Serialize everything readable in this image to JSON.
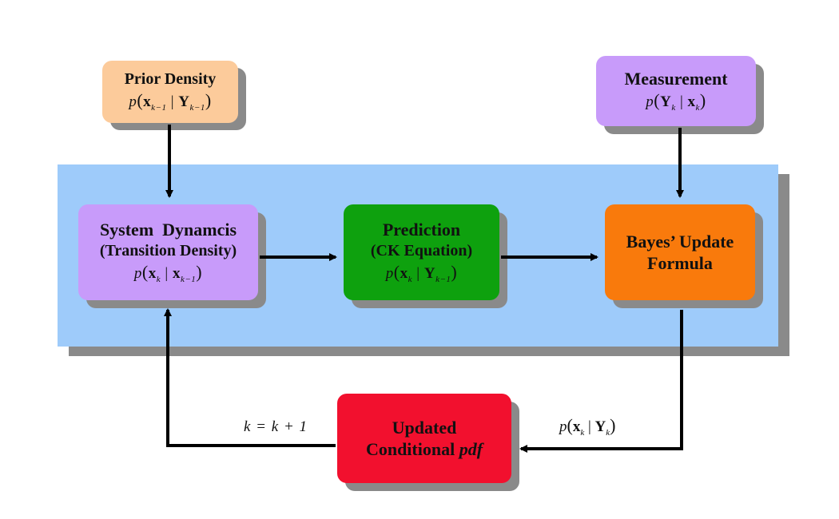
{
  "nodes": {
    "prior": {
      "title": "Prior Density",
      "formula": {
        "p": "p",
        "x": "x",
        "x_sub": "k−1",
        "bar": "|",
        "y": "Y",
        "y_sub": "k−1"
      },
      "color": "#FCCB9B"
    },
    "measurement": {
      "title": "Measurement",
      "formula": {
        "p": "p",
        "x": "Y",
        "x_sub": "k",
        "bar": "|",
        "y": "x",
        "y_sub": "k"
      },
      "color": "#C89BFA"
    },
    "system": {
      "title": "System  Dynamcis",
      "subtitle": "(Transition Density)",
      "formula": {
        "p": "p",
        "x": "x",
        "x_sub": "k",
        "bar": "|",
        "y": "x",
        "y_sub": "k−1"
      },
      "color": "#C89BFA"
    },
    "prediction": {
      "title": "Prediction",
      "subtitle": "(CK Equation)",
      "formula": {
        "p": "p",
        "x": "x",
        "x_sub": "k",
        "bar": "|",
        "y": "Y",
        "y_sub": "k−1"
      },
      "color": "#0EA10E"
    },
    "bayes": {
      "title_line1": "Bayes’ Update",
      "title_line2": "Formula",
      "color": "#F97A0C"
    },
    "updated": {
      "title_line1": "Updated",
      "title_line2_prefix": "Conditional ",
      "title_line2_italic": "pdf",
      "color": "#F2102E"
    }
  },
  "edge_labels": {
    "loop": {
      "text": "k = k + 1"
    },
    "posterior": {
      "p": "p",
      "x": "x",
      "x_sub": "k",
      "bar": "|",
      "y": "Y",
      "y_sub": "k"
    }
  },
  "colors": {
    "panel": "#9ECBFA",
    "panel_shadow": "#8A8A8A",
    "arrow": "#000000"
  }
}
